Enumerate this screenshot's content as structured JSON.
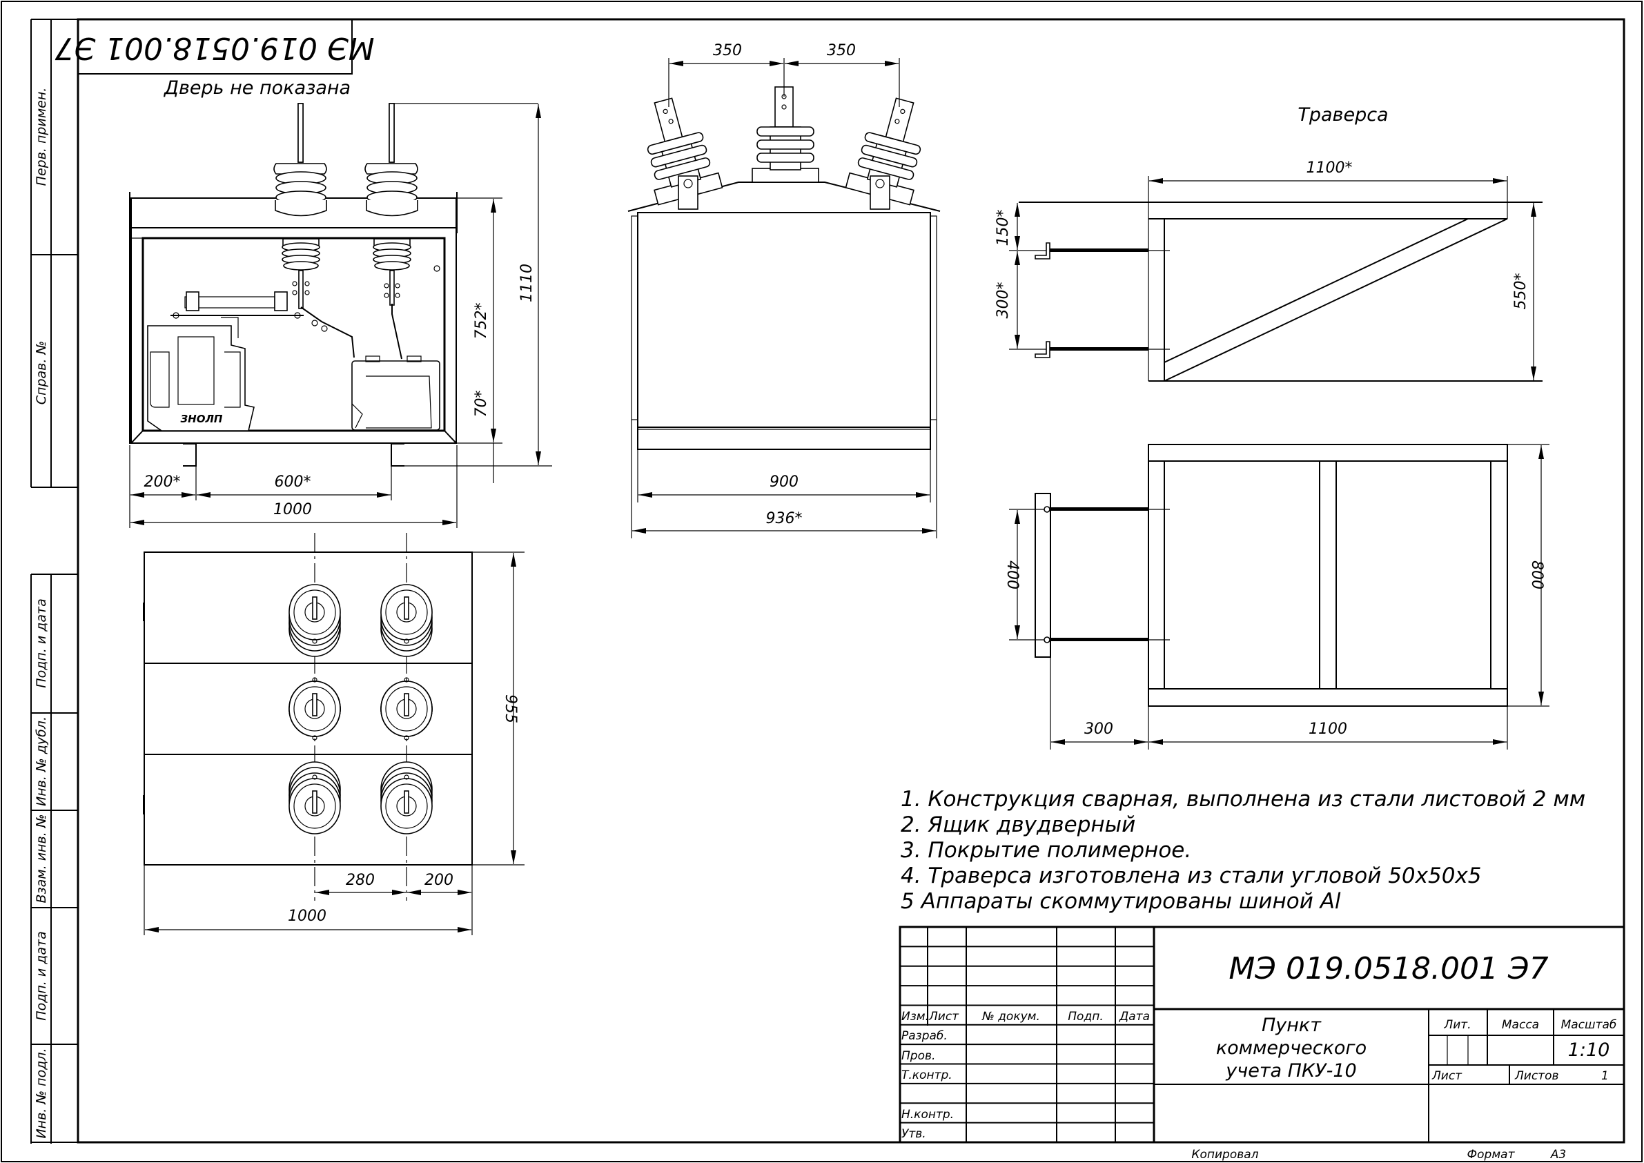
{
  "document": {
    "code": "МЭ 019.0518.001 Э7",
    "code_stamp_rotated": "МЭ 019.0518.001 Э7",
    "door_note": "Дверь не  показана",
    "traverse_title": "Траверса",
    "transformer_label": "ЗНОЛП"
  },
  "sidebar": {
    "labels": [
      "Перв. примен.",
      "Справ. №",
      "Подп. и дата",
      "Инв. № дубл.",
      "Взам. инв. №",
      "Подп. и дата",
      "Инв. № подл."
    ]
  },
  "front_view": {
    "dims": {
      "w_left": "200*",
      "w_mid": "600*",
      "w_total": "1000",
      "h_body": "752*",
      "h_base": "70*",
      "h_total": "1110"
    }
  },
  "side_view": {
    "dims": {
      "pitch_left": "350",
      "pitch_right": "350",
      "w_body": "900",
      "w_total": "936*"
    }
  },
  "plan_view": {
    "dims": {
      "pitch": "280",
      "edge": "200",
      "w_total": "1000",
      "depth": "955"
    }
  },
  "traverse_side": {
    "dims": {
      "length": "1100*",
      "top_offset": "150*",
      "bolt_spacing": "300*",
      "height": "550*"
    }
  },
  "traverse_plan": {
    "dims": {
      "bolt_spacing": "400",
      "standoff": "300",
      "length": "1100",
      "width": "800"
    }
  },
  "notes": [
    "1. Конструкция сварная, выполнена из стали листовой 2 мм",
    "2. Ящик двудверный",
    "3. Покрытие полимерное.",
    "4.  Траверса изготовлена из стали угловой 50х50х5",
    "5 Аппараты скоммутированы шиной Al"
  ],
  "title_block": {
    "code": "МЭ 019.0518.001 Э7",
    "headers": [
      "Изм.",
      "Лист",
      "№ докум.",
      "Подп.",
      "Дата"
    ],
    "roles": [
      "Разраб.",
      "Пров.",
      "Т.контр.",
      "",
      "Н.контр.",
      "Утв."
    ],
    "name_lines": [
      "Пункт",
      "коммерческого",
      "учета ПКУ-10"
    ],
    "lit_label": "Лит.",
    "mass_label": "Масса",
    "scale_label": "Масштаб",
    "scale_value": "1:10",
    "sheet_label": "Лист",
    "sheets_label": "Листов",
    "sheets_value": "1",
    "copied_label": "Копировал",
    "format_label": "Формат",
    "format_value": "А3"
  }
}
